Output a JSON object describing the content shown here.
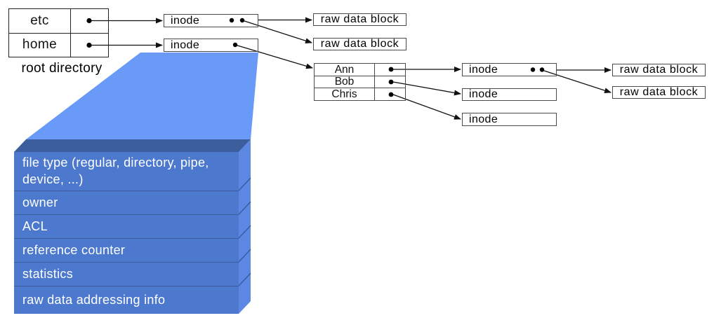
{
  "root_directory": {
    "caption": "root directory",
    "rows": [
      {
        "name": "etc"
      },
      {
        "name": "home"
      }
    ]
  },
  "labels": {
    "inode": "inode",
    "raw_data_block": "raw data block"
  },
  "home_directory": {
    "rows": [
      {
        "name": "Ann"
      },
      {
        "name": "Bob"
      },
      {
        "name": "Chris"
      }
    ]
  },
  "inode_structure": {
    "fields": [
      "file type (regular, directory, pipe, device, ...)",
      "owner",
      "ACL",
      "reference counter",
      "statistics",
      "raw data addressing info"
    ]
  },
  "colors": {
    "zoom_beam": "#699AF8",
    "stack_front": "#4C79CE",
    "stack_top": "#3D5E9C",
    "stack_side": "#5C88E4",
    "stack_divider": "#3B5D9D",
    "arrow": "#111111"
  }
}
